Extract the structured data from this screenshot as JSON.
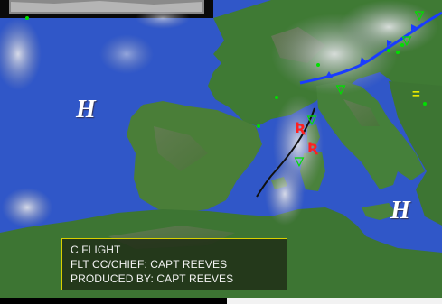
{
  "map": {
    "pressure_centers": [
      {
        "label": "H"
      },
      {
        "label": "H"
      }
    ],
    "info_box": {
      "line1": "C FLIGHT",
      "line2": "FLT CC/CHIEF: CAPT REEVES",
      "line3": "PRODUCED BY: CAPT REEVES"
    },
    "colors": {
      "sea": "#3057c8",
      "land": "#3f7a34",
      "cold_front": "#1a3cff",
      "trough_line": "#111111",
      "weather_symbols": "#00e000",
      "thunderstorm_symbols": "#ff2020",
      "info_box_border": "#d8d000"
    }
  }
}
